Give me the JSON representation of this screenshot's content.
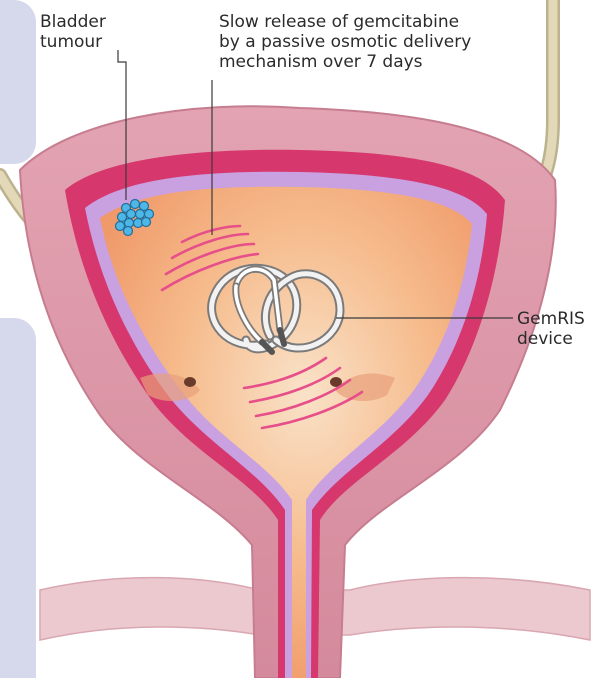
{
  "labels": {
    "tumour_line1": "Bladder",
    "tumour_line2": "tumour",
    "release_line1": "Slow release of gemcitabine",
    "release_line2": "by a passive osmotic delivery",
    "release_line3": "mechanism over 7 days",
    "device_line1": "GemRIS",
    "device_line2": "device"
  },
  "colors": {
    "side_panel": "#d6d9ec",
    "outer_wall": "#d98ea0",
    "muscle_layer": "#d6376d",
    "inner_lining": "#c9a0e0",
    "lumen": "#f6b98a",
    "tumour": "#4fb7e6",
    "release_waves": "#e64f8a",
    "ureter": "#d9caa0"
  }
}
